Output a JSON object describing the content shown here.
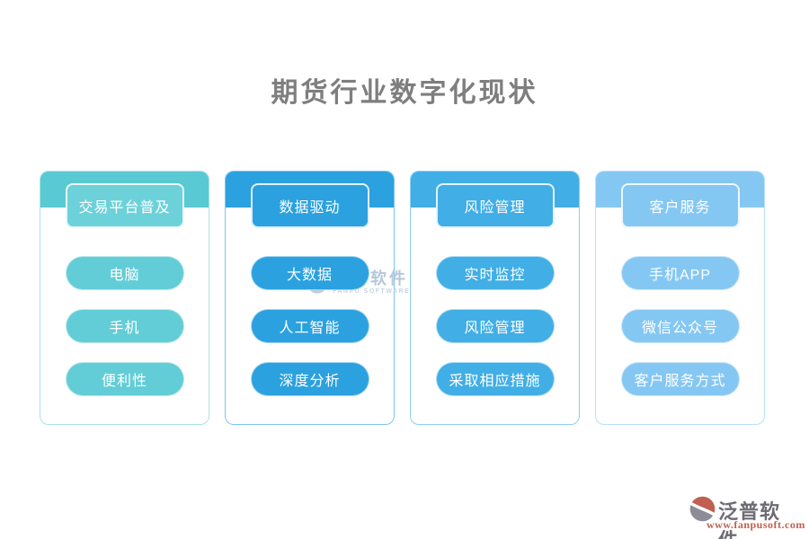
{
  "title": {
    "text": "期货行业数字化现状",
    "color": "#7e7e7e"
  },
  "cards": [
    {
      "title": "交易平台普及",
      "colors": {
        "band": "#59c9d3",
        "badge": "#6dd1d9",
        "pill": "#62cdd6",
        "border": "#a9e2e7"
      },
      "items": [
        "电脑",
        "手机",
        "便利性"
      ]
    },
    {
      "title": "数据驱动",
      "colors": {
        "band": "#2ba1e0",
        "badge": "#2ba1e0",
        "pill": "#2ba1e0",
        "border": "#7cc5ed"
      },
      "items": [
        "大数据",
        "人工智能",
        "深度分析"
      ]
    },
    {
      "title": "风险管理",
      "colors": {
        "band": "#41aee6",
        "badge": "#41aee6",
        "pill": "#41aee6",
        "border": "#8fd0f1"
      },
      "items": [
        "实时监控",
        "风险管理",
        "采取相应措施"
      ]
    },
    {
      "title": "客户服务",
      "colors": {
        "band": "#85c7f3",
        "badge": "#85c7f3",
        "pill": "#85c7f3",
        "border": "#b9dff8"
      },
      "items": [
        "手机APP",
        "微信公众号",
        "客户服务方式"
      ]
    }
  ],
  "watermark": {
    "text": "泛普软件",
    "subtext": "FANPU SOFTWARE",
    "color": "#a9bfd4",
    "icon_top_color": "#c9d4e2",
    "icon_bottom_color": "#b3c5d8"
  },
  "logo": {
    "name": "泛普软件",
    "url": "www.fanpusoft.com",
    "name_color": "#6e6b74",
    "url_color": "#c2604e",
    "icon_top_color": "#c06050",
    "icon_bottom_color": "#8c8c96"
  }
}
